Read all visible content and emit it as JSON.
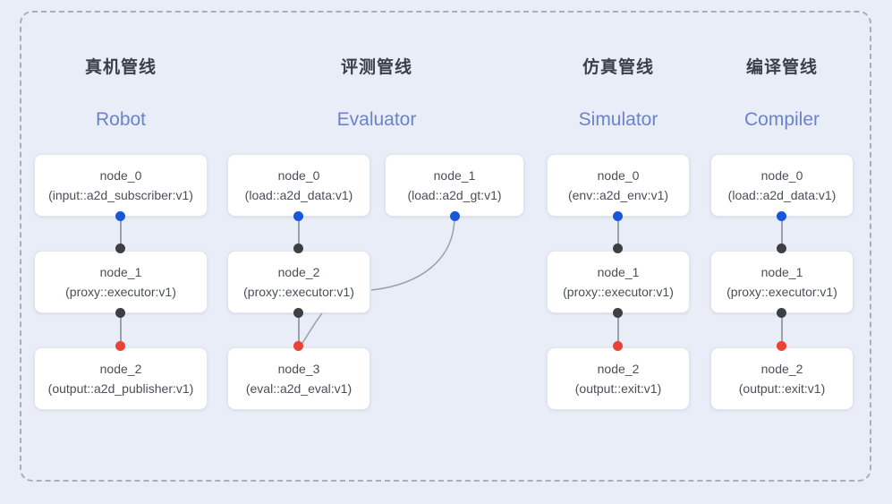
{
  "diagram": {
    "title_text": "",
    "frame": {
      "style": "dashed",
      "border_color": "#a9aeba"
    },
    "background_color": "#e9edf8",
    "colors": {
      "node_fill": "#ffffff",
      "node_border": "#e2e5ec",
      "subtitle_blue": "#6b83ca",
      "title_gray": "#3a3f48",
      "dot_blue": "#1a56db",
      "dot_black": "#3c4043",
      "dot_red": "#ea4335",
      "link_gray": "#9aa0ac"
    }
  },
  "columns": [
    {
      "id": "robot",
      "title": "真机管线",
      "subtitle": "Robot",
      "nodes": [
        {
          "name": "node_0",
          "kind": "(input::a2d_subscriber:v1)"
        },
        {
          "name": "node_1",
          "kind": "(proxy::executor:v1)"
        },
        {
          "name": "node_2",
          "kind": "(output::a2d_publisher:v1)"
        }
      ]
    },
    {
      "id": "evaluator",
      "title": "评测管线",
      "subtitle": "Evaluator",
      "nodes": [
        {
          "name": "node_0",
          "kind": "(load::a2d_data:v1)"
        },
        {
          "name": "node_1",
          "kind": "(load::a2d_gt:v1)"
        },
        {
          "name": "node_2",
          "kind": "(proxy::executor:v1)"
        },
        {
          "name": "node_3",
          "kind": "(eval::a2d_eval:v1)"
        }
      ]
    },
    {
      "id": "simulator",
      "title": "仿真管线",
      "subtitle": "Simulator",
      "nodes": [
        {
          "name": "node_0",
          "kind": "(env::a2d_env:v1)"
        },
        {
          "name": "node_1",
          "kind": "(proxy::executor:v1)"
        },
        {
          "name": "node_2",
          "kind": "(output::exit:v1)"
        }
      ]
    },
    {
      "id": "compiler",
      "title": "编译管线",
      "subtitle": "Compiler",
      "nodes": [
        {
          "name": "node_0",
          "kind": "(load::a2d_data:v1)"
        },
        {
          "name": "node_1",
          "kind": "(proxy::executor:v1)"
        },
        {
          "name": "node_2",
          "kind": "(output::exit:v1)"
        }
      ]
    }
  ]
}
